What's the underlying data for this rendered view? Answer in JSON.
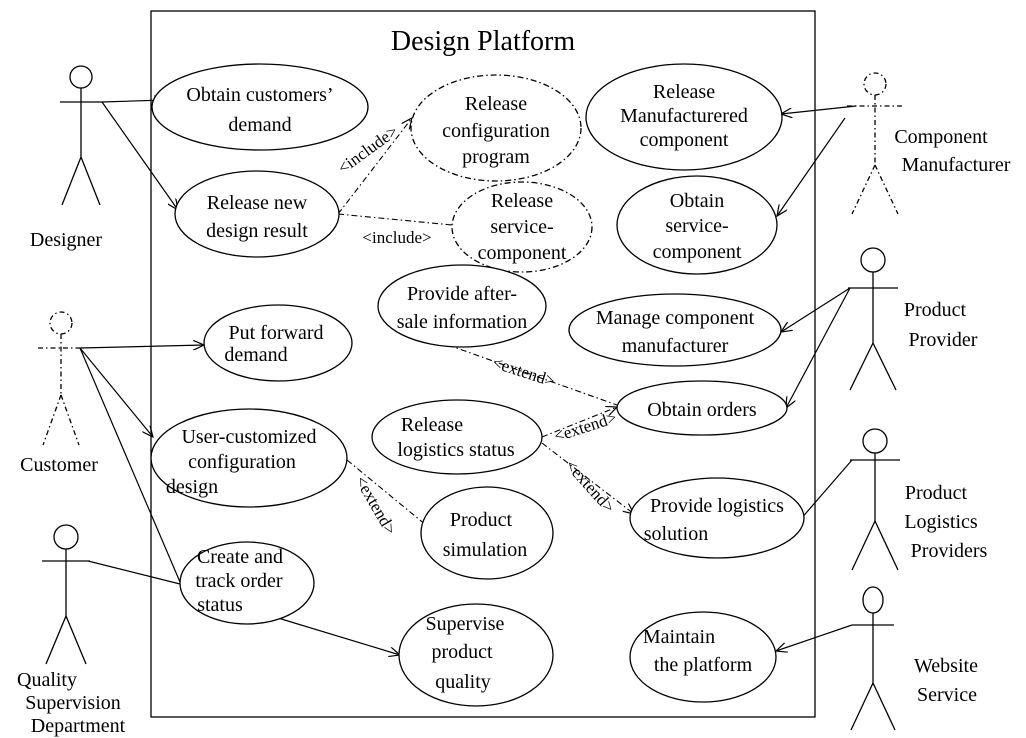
{
  "system": {
    "title": "Design Platform"
  },
  "actors": {
    "designer": [
      "Designer"
    ],
    "customer": [
      "Customer"
    ],
    "quality": [
      "Quality",
      "Supervision",
      "Department"
    ],
    "component_manufacturer": [
      "Component",
      "Manufacturer"
    ],
    "product_provider": [
      "Product",
      "Provider"
    ],
    "logistics_providers": [
      "Product",
      "Logistics",
      "Providers"
    ],
    "website_service": [
      "Website",
      "Service"
    ]
  },
  "use_cases": {
    "obtain_customers_demand": [
      "Obtain customers’",
      "demand"
    ],
    "release_new_design_result": [
      "Release new",
      "design result"
    ],
    "release_configuration_program": [
      "Release",
      "configuration",
      "program"
    ],
    "release_service_component": [
      "Release",
      "service-",
      "component"
    ],
    "release_manufactured_component": [
      "Release",
      "Manufacturered",
      "component"
    ],
    "obtain_service_component": [
      "Obtain",
      "service-",
      "component"
    ],
    "provide_after_sale_information": [
      "Provide after-",
      "sale information"
    ],
    "manage_component_manufacturer": [
      "Manage component",
      "manufacturer"
    ],
    "put_forward_demand": [
      "Put forward",
      "demand"
    ],
    "obtain_orders": [
      "Obtain orders"
    ],
    "release_logistics_status": [
      "Release",
      "logistics status"
    ],
    "user_customized_configuration_design": [
      "User-customized",
      "configuration",
      "design"
    ],
    "provide_logistics_solution": [
      "Provide logistics",
      "solution"
    ],
    "product_simulation": [
      "Product",
      "simulation"
    ],
    "create_and_track_order_status": [
      "Create and",
      "track order",
      "status"
    ],
    "supervise_product_quality": [
      "Supervise",
      "product",
      "quality"
    ],
    "maintain_the_platform": [
      "Maintain",
      "the platform"
    ]
  },
  "relations": {
    "include_1": "<include>",
    "include_2": "<include>",
    "extend_1": "<extend>",
    "extend_2": "<extend>",
    "extend_3": "<extend>",
    "extend_4": "<extend>"
  }
}
